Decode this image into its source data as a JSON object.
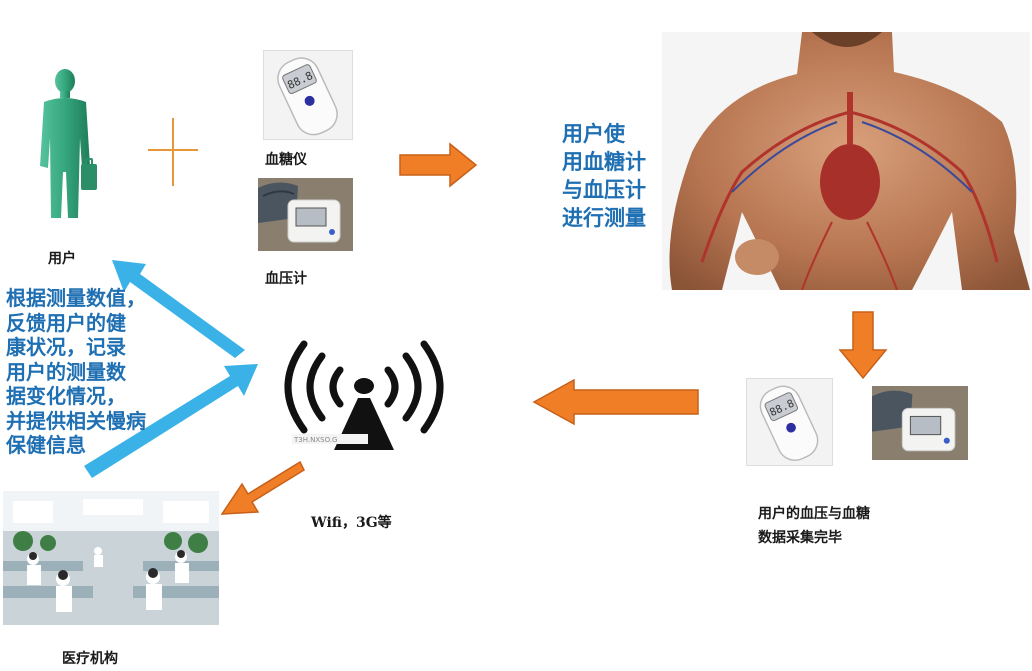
{
  "labels": {
    "user": "用户",
    "glucose_meter": "血糖仪",
    "bp_meter": "血压计",
    "network": "Wifi，3G等",
    "medical": "医疗机构"
  },
  "measure_text": [
    "用户使",
    "用血糖计",
    "与血压计",
    "进行测量"
  ],
  "collected_text": [
    "用户的血压与血糖",
    "数据采集完毕"
  ],
  "feedback_text": [
    "根据测量数值，",
    "反馈用户的健",
    "康状况，记录",
    "用户的测量数",
    "据变化情况，",
    "并提供相关慢病",
    "保健信息"
  ],
  "watermark": "T3H.NXSO.G",
  "colors": {
    "orange_arrow": "#f07e26",
    "blue_arrow": "#3ab2e8",
    "blue_text": "#1f6fb3",
    "figure": "#3fb28b"
  },
  "icons": [
    "person-icon",
    "plus-icon",
    "glucometer-icon",
    "bp-monitor-icon",
    "torso-icon",
    "wifi-tower-icon",
    "hospital-office-icon"
  ]
}
